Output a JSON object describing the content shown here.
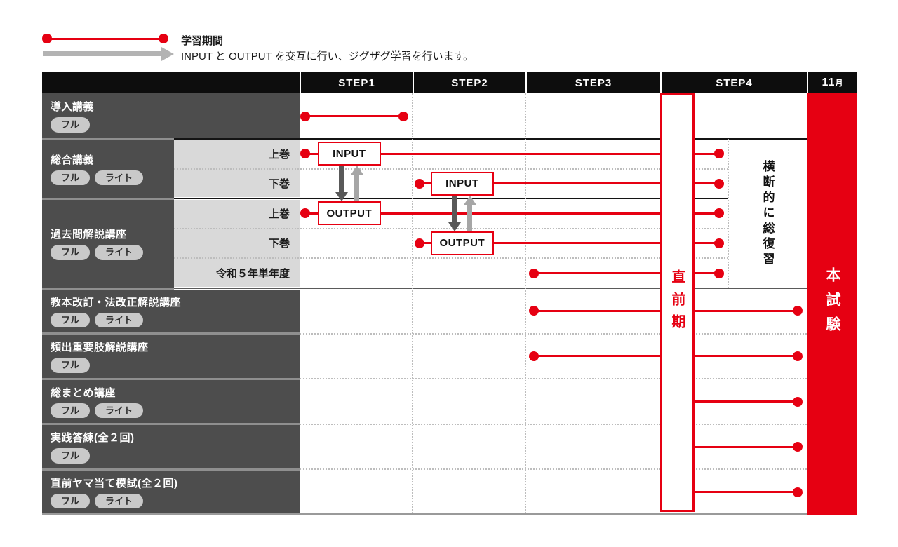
{
  "colors": {
    "red": "#e60012",
    "header_bg": "#0d0d0d",
    "label_bg": "#4d4d4d",
    "sublabel_bg": "#d9d9d9",
    "badge_bg": "#c9c9c9",
    "arrow_down": "#595959",
    "arrow_up": "#a6a6a6",
    "legend_arrow": "#b3b3b3"
  },
  "legend": {
    "period_label": "学習期間",
    "zigzag_label": "INPUT と OUTPUT を交互に行い、ジグザグ学習を行います。"
  },
  "header": {
    "columns": [
      "STEP1",
      "STEP2",
      "STEP3",
      "STEP4",
      "11月"
    ]
  },
  "annotations": {
    "pre_exam_period": "直前期",
    "cross_review": "横断的に総復習",
    "exam": "本試験"
  },
  "io_labels": {
    "input": "INPUT",
    "output": "OUTPUT"
  },
  "courses": [
    {
      "title": "導入講義",
      "badges": [
        "フル"
      ],
      "rows": [
        {
          "sub": "",
          "start": 0.05,
          "end": 0.92,
          "dots": "both"
        }
      ]
    },
    {
      "title": "総合講義",
      "badges": [
        "フル",
        "ライト"
      ],
      "rows": [
        {
          "sub": "上巻",
          "start": 0.05,
          "end": 3.4,
          "dots": "both",
          "box": {
            "label": "INPUT",
            "from": 0.16,
            "to": 0.72
          }
        },
        {
          "sub": "下巻",
          "start": 1.06,
          "end": 3.4,
          "dots": "both",
          "box": {
            "label": "INPUT",
            "from": 1.16,
            "to": 1.72
          }
        }
      ]
    },
    {
      "title": "過去問解説講座",
      "badges": [
        "フル",
        "ライト"
      ],
      "rows": [
        {
          "sub": "上巻",
          "start": 0.05,
          "end": 3.4,
          "dots": "both",
          "box": {
            "label": "OUTPUT",
            "from": 0.16,
            "to": 0.72
          }
        },
        {
          "sub": "下巻",
          "start": 1.06,
          "end": 3.4,
          "dots": "both",
          "box": {
            "label": "OUTPUT",
            "from": 1.16,
            "to": 1.72
          }
        },
        {
          "sub": "令和５年単年度",
          "start": 2.06,
          "end": 3.4,
          "dots": "both"
        }
      ]
    },
    {
      "title": "教本改訂・法改正解説講座",
      "badges": [
        "フル",
        "ライト"
      ],
      "rows": [
        {
          "sub": "",
          "start": 2.06,
          "end": 3.94,
          "dots": "both"
        }
      ]
    },
    {
      "title": "頻出重要肢解説講座",
      "badges": [
        "フル"
      ],
      "rows": [
        {
          "sub": "",
          "start": 2.06,
          "end": 3.94,
          "dots": "both"
        }
      ]
    },
    {
      "title": "総まとめ講座",
      "badges": [
        "フル",
        "ライト"
      ],
      "rows": [
        {
          "sub": "",
          "start": 3.23,
          "end": 3.94,
          "dots": "end"
        }
      ]
    },
    {
      "title": "実践答練(全２回)",
      "badges": [
        "フル"
      ],
      "rows": [
        {
          "sub": "",
          "start": 3.23,
          "end": 3.94,
          "dots": "end"
        }
      ]
    },
    {
      "title": "直前ヤマ当て模試(全２回)",
      "badges": [
        "フル",
        "ライト"
      ],
      "rows": [
        {
          "sub": "",
          "start": 3.23,
          "end": 3.94,
          "dots": "end"
        }
      ]
    }
  ],
  "zigzag_pairs": [
    {
      "input_row": [
        1,
        0
      ],
      "output_row": [
        2,
        0
      ]
    },
    {
      "input_row": [
        1,
        1
      ],
      "output_row": [
        2,
        1
      ]
    }
  ]
}
